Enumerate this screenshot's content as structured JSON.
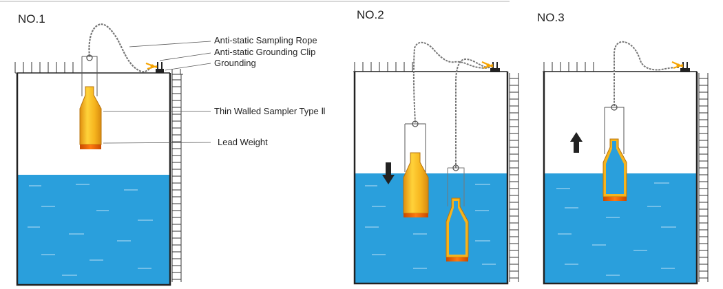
{
  "panels": [
    {
      "label": "NO.1",
      "water_level": 0.44,
      "sampler_state": "above-water"
    },
    {
      "label": "NO.2",
      "sampler_state": "lowering-and-submerged",
      "direction": "down"
    },
    {
      "label": "NO.3",
      "sampler_state": "lifting-filled",
      "direction": "up"
    }
  ],
  "callouts": {
    "rope": "Anti-static  Sampling Rope",
    "clip": "Anti-static Grounding Clip",
    "grounding": "Grounding",
    "sampler": "Thin Walled Sampler Type Ⅱ",
    "weight": "Lead Weight"
  },
  "colors": {
    "water": "#2a9fdc",
    "bottle_gold": "#f5b51c",
    "bottle_dark": "#d88a10",
    "lead": "#e05a00",
    "clip": "#f7a400",
    "tank": "#222222"
  }
}
